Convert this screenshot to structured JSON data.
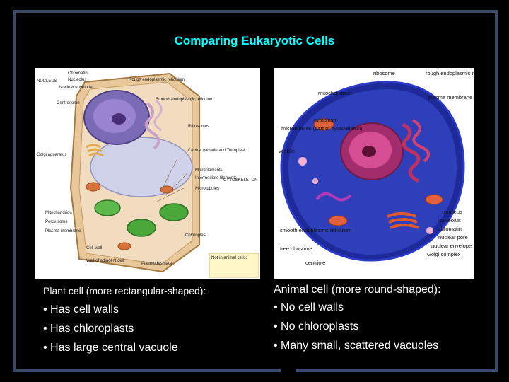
{
  "slide": {
    "title": "Comparing Eukaryotic Cells"
  },
  "plant": {
    "caption": "Plant cell (more rectangular-shaped):",
    "bullets": [
      "• Has cell walls",
      "• Has chloroplasts",
      "• Has large central vacuole"
    ],
    "diagram_labels": {
      "chromatin": "Chromatin",
      "nucleolus": "Nucleolus",
      "nuclear_envelope": "Nuclear envelope",
      "nucleus": "NUCLEUS",
      "centrosome": "Centrosome",
      "rough_er": "Rough endoplasmic reticulum",
      "smooth_er": "Smooth endoplasmic reticulum",
      "ribosomes": "Ribosomes",
      "golgi": "Golgi apparatus",
      "vacuole": "Central vacuole and Tonoplast",
      "microfilaments": "Microfilaments",
      "intermediate": "Intermediate filaments",
      "microtubules": "Microtubules",
      "cytoskeleton": "CYTOSKELETON",
      "mitochondrion": "Mitochondrion",
      "peroxisome": "Peroxisome",
      "plasma_membrane": "Plasma membrane",
      "cell_wall": "Cell wall",
      "chloroplast": "Chloroplast",
      "wall_adjacent": "Wall of adjacent cell",
      "plasmodesmata": "Plasmodesmata",
      "not_in_animal": "Not in animal cells:"
    }
  },
  "animal": {
    "caption": "Animal cell (more round-shaped):",
    "bullets": [
      "• No cell walls",
      "• No chloroplasts",
      "• Many small, scattered vacuoles"
    ],
    "diagram_labels": {
      "ribosome": "ribosome",
      "rough_er": "rough endoplasmic reticulum",
      "mitochondrion": "mitochondrion",
      "plasma_membrane": "plasma membrane",
      "cytoplasm": "cytoplasm",
      "microtubules": "microtubules (part of cytoskeleton)",
      "vesicle": "vesicle",
      "nucleus": "nucleus",
      "nucleolus": "nucleolus",
      "chromatin": "chromatin",
      "nuclear_pore": "nuclear pore",
      "nuclear_envelope": "nuclear envelope",
      "smooth_er": "smooth endoplasmic reticulum",
      "free_ribosome": "free ribosome",
      "golgi": "Golgi complex",
      "centriole": "centriole"
    }
  },
  "colors": {
    "title": "#00ffff",
    "text": "#ffffff",
    "background": "#000000",
    "frame": "#3a4a6a"
  }
}
